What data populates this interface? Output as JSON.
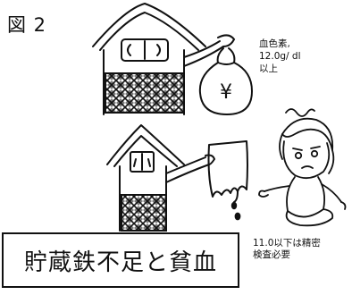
{
  "figure_label": "図 2",
  "note_top": {
    "line1": "血色素,",
    "line2": "12.0g/ dl",
    "line3": "以上"
  },
  "note_bottom": {
    "line1": "11.0以下は精密",
    "line2": "検査必要"
  },
  "title": "貯蔵鉄不足と貧血",
  "bag_symbol": "¥",
  "colors": {
    "ink": "#111111",
    "background": "#ffffff"
  }
}
